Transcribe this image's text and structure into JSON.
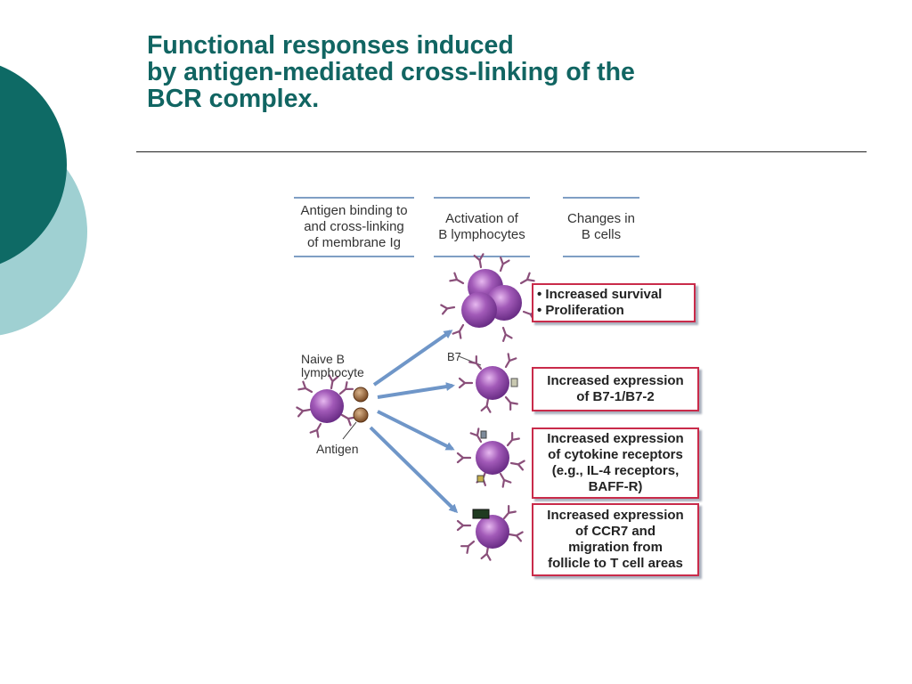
{
  "slide": {
    "title_lines": [
      "Functional responses induced",
      "by antigen-mediated cross-linking of the",
      "BCR complex."
    ]
  },
  "colors": {
    "title": "#116562",
    "deco_dark": "#0e6a65",
    "deco_light": "#9fd0d2",
    "cell_fill": "#8e46a6",
    "arrow": "#6f96c8",
    "box_border": "#c92b4a",
    "header_rule": "#7f9fc4"
  },
  "diagram": {
    "headers": [
      {
        "lines": [
          "Antigen binding to",
          "and cross-linking",
          "of membrane Ig"
        ]
      },
      {
        "lines": [
          "Activation of",
          "B lymphocytes"
        ]
      },
      {
        "lines": [
          "Changes in",
          "B cells"
        ]
      }
    ],
    "naive_label": [
      "Naive B",
      "lymphocyte"
    ],
    "antigen_label": "Antigen",
    "b7_label": "B7",
    "responses": [
      {
        "lines": [
          "• Increased survival",
          "• Proliferation"
        ]
      },
      {
        "lines": [
          "Increased expression",
          "of B7-1/B7-2"
        ]
      },
      {
        "lines": [
          "Increased expression",
          "of cytokine receptors",
          "(e.g., IL-4 receptors,",
          "BAFF-R)"
        ]
      },
      {
        "lines": [
          "Increased expression",
          "of CCR7 and",
          "migration from",
          "follicle to T cell areas"
        ]
      }
    ]
  }
}
